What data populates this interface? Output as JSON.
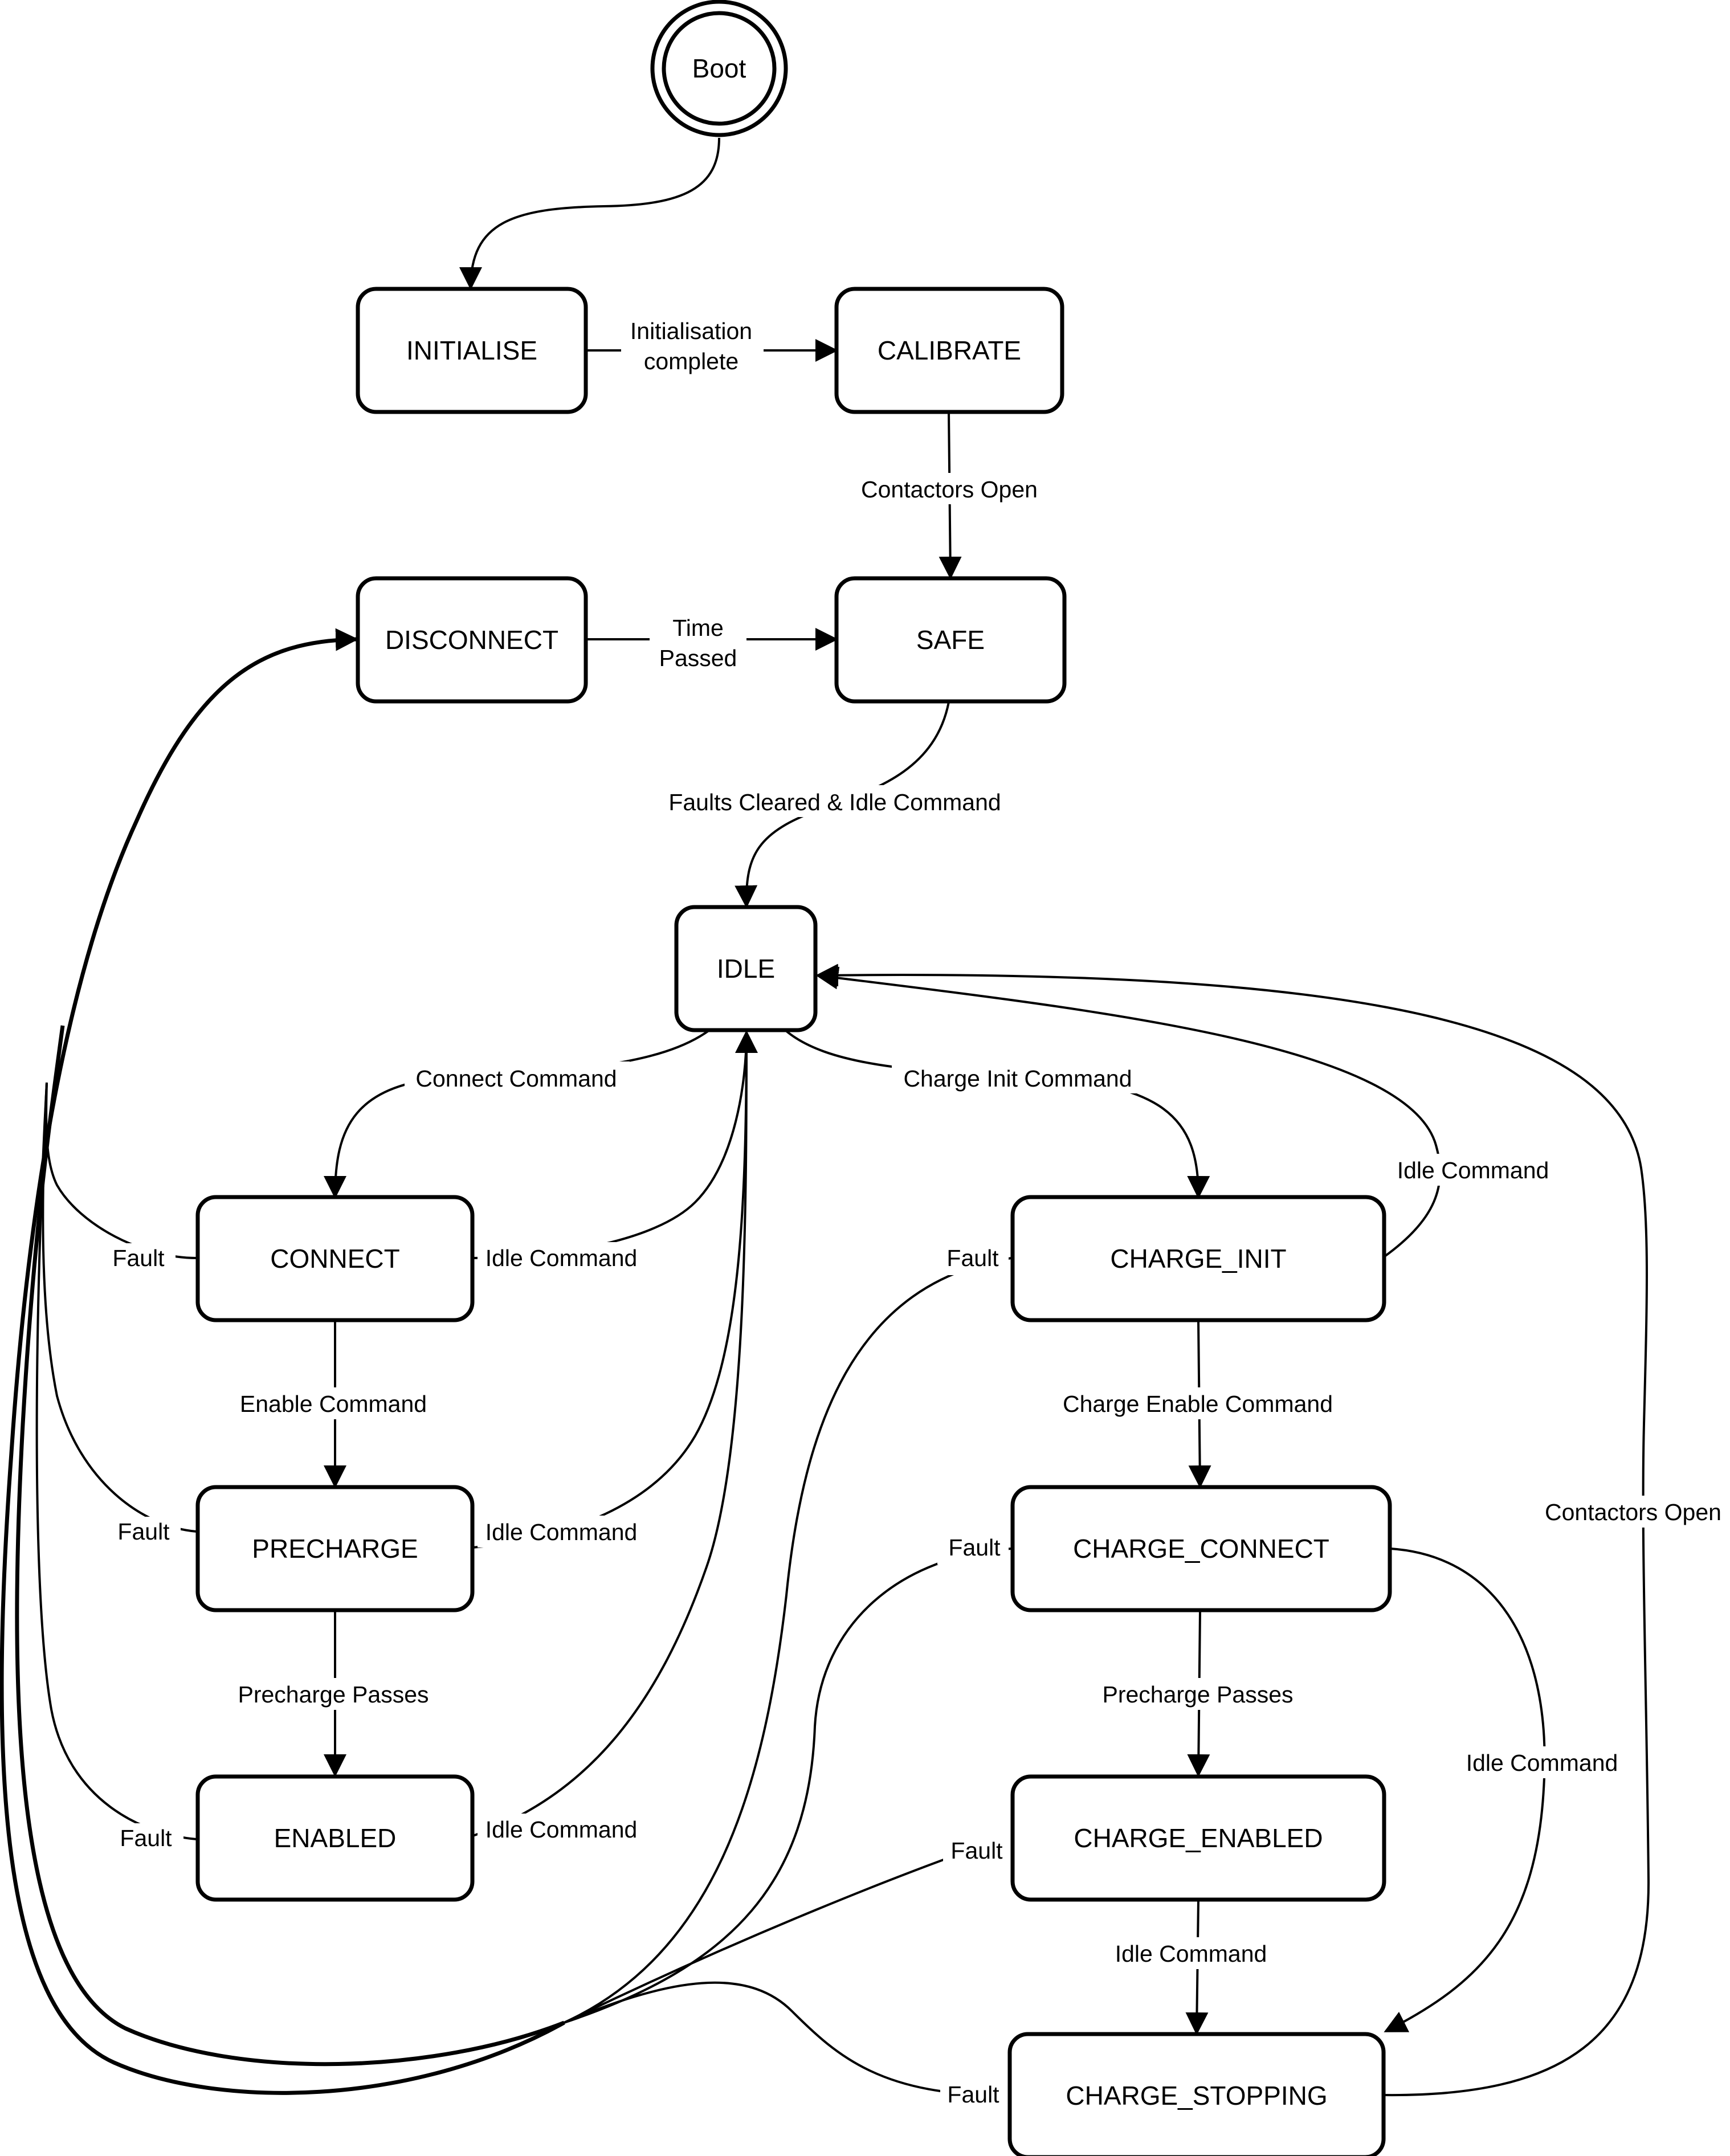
{
  "states": {
    "boot": "Boot",
    "initialise": "INITIALISE",
    "calibrate": "CALIBRATE",
    "disconnect": "DISCONNECT",
    "safe": "SAFE",
    "idle": "IDLE",
    "connect": "CONNECT",
    "precharge": "PRECHARGE",
    "enabled": "ENABLED",
    "charge_init": "CHARGE_INIT",
    "charge_connect": "CHARGE_CONNECT",
    "charge_enabled": "CHARGE_ENABLED",
    "charge_stopping": "CHARGE_STOPPING"
  },
  "transitions": {
    "init_complete_1": "Initialisation",
    "init_complete_2": "complete",
    "calibrate_safe": "Contactors Open",
    "time_passed_1": "Time",
    "time_passed_2": "Passed",
    "safe_idle": "Faults Cleared & Idle Command",
    "idle_connect": "Connect Command",
    "idle_charge_init": "Charge Init Command",
    "charge_init_idle": "Idle Command",
    "connect_idle": "Idle Command",
    "connect_precharge": "Enable Command",
    "precharge_idle": "Idle Command",
    "precharge_enabled": "Precharge Passes",
    "enabled_idle": "Idle Command",
    "connect_fault": "Fault",
    "precharge_fault": "Fault",
    "enabled_fault": "Fault",
    "charge_init_fault": "Fault",
    "charge_init_charge_connect": "Charge Enable Command",
    "charge_connect_fault": "Fault",
    "charge_connect_charge_enabled": "Precharge Passes",
    "charge_connect_stopping": "Idle Command",
    "charge_enabled_fault": "Fault",
    "charge_enabled_stopping": "Idle Command",
    "charge_stopping_fault": "Fault",
    "charge_stopping_idle": "Contactors Open"
  }
}
